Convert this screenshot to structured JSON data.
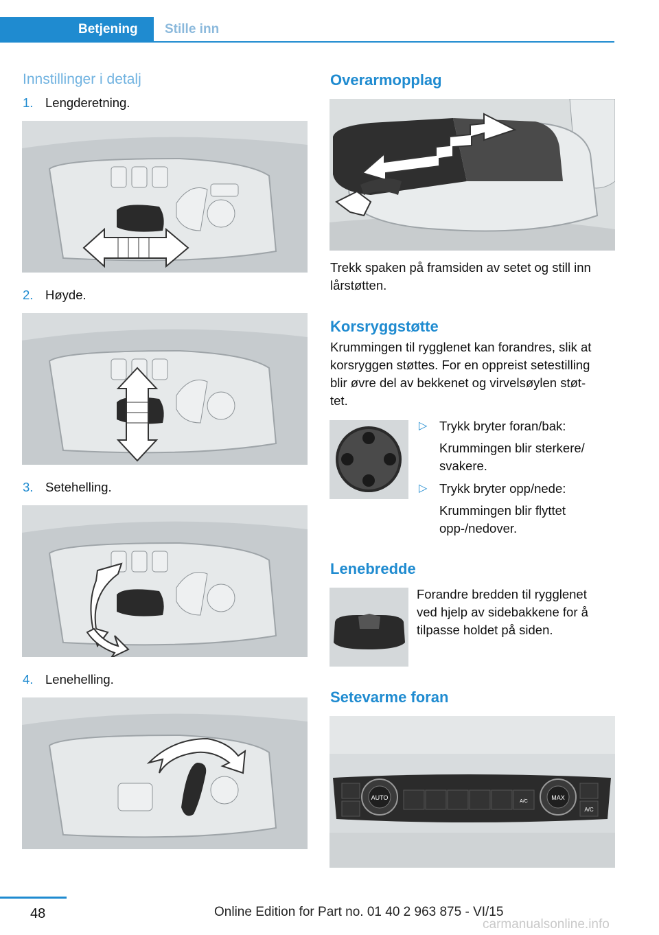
{
  "header": {
    "tab_active": "Betjening",
    "tab_inactive": "Stille inn"
  },
  "left": {
    "heading": "Innstillinger i detalj",
    "items": [
      {
        "num": "1.",
        "label": "Lengderetning."
      },
      {
        "num": "2.",
        "label": "Høyde."
      },
      {
        "num": "3.",
        "label": "Setehelling."
      },
      {
        "num": "4.",
        "label": "Lenehelling."
      }
    ]
  },
  "right": {
    "armrest": {
      "heading": "Overarmopplag",
      "text_line1": "Trekk spaken på framsiden av setet og still inn",
      "text_line2": "lårstøtten."
    },
    "lumbar": {
      "heading": "Korsryggstøtte",
      "text_lines": [
        "Krummingen til rygglenet kan forandres, slik at",
        "korsryggen støttes. For en oppreist setestilling",
        "blir øvre del av bekkenet og virvelsøylen støt-",
        "tet."
      ],
      "bullets": [
        {
          "title": "Trykk bryter foran/bak:",
          "desc1": "Krummingen blir sterkere/",
          "desc2": "svakere."
        },
        {
          "title": "Trykk bryter opp/nede:",
          "desc1": "Krummingen blir flyttet",
          "desc2": "opp-/nedover."
        }
      ]
    },
    "width": {
      "heading": "Lenebredde",
      "text_lines": [
        "Forandre bredden til rygglenet",
        "ved hjelp av sidebakkene for å",
        "tilpasse holdet på siden."
      ]
    },
    "heating": {
      "heading": "Setevarme foran",
      "panel_labels": {
        "auto": "AUTO",
        "max": "MAX",
        "ac_small": "A/C",
        "ac": "A/C"
      }
    }
  },
  "footer": {
    "page_number": "48",
    "edition": "Online Edition for Part no. 01 40 2 963 875 - VI/15",
    "watermark": "carmanualsonline.info"
  },
  "colors": {
    "accent": "#1f8bd0",
    "illustration_bg": "#d8dcde"
  }
}
